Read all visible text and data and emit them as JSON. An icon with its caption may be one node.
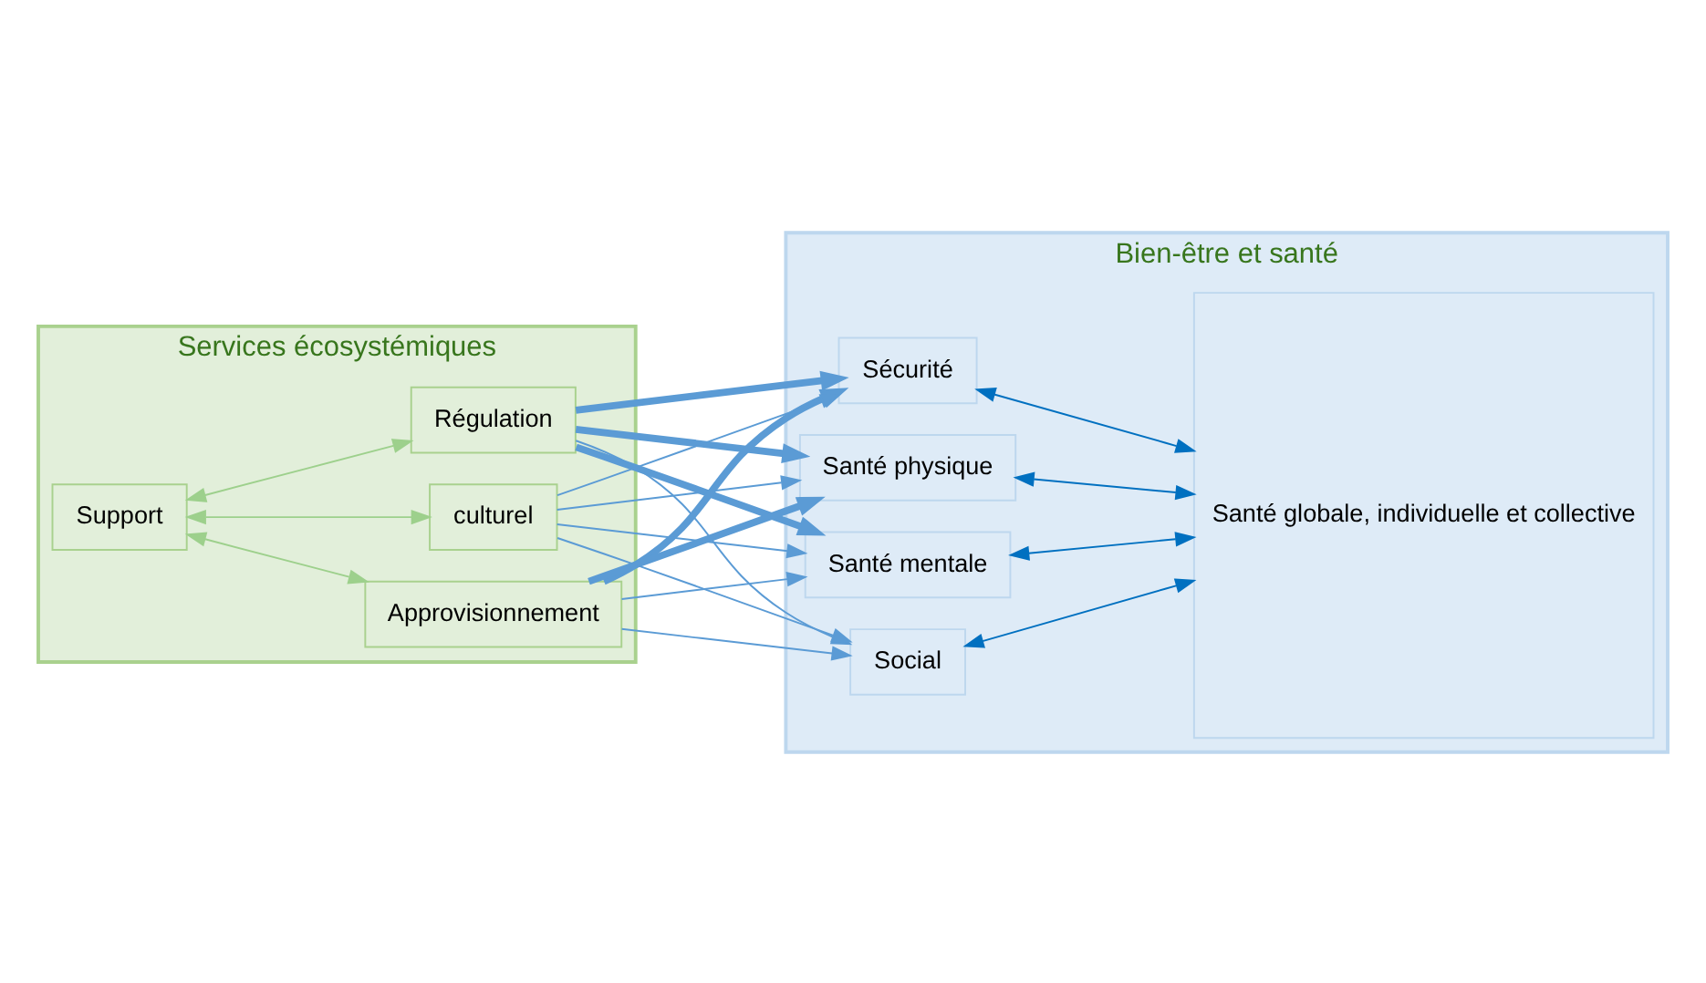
{
  "diagram": {
    "nodes": [
      {
        "text": [
          "Services écosystémiques"
        ]
      },
      {
        "text": [
          "Support"
        ],
        "in": 0
      },
      {
        "text": [
          "Régulation"
        ],
        "in": 0
      },
      {
        "text": [
          "Approvisionnement"
        ],
        "in": 0
      },
      {
        "text": [
          "culturel"
        ],
        "in": 0
      },
      {
        "text": [
          "Bien-être et santé"
        ]
      },
      {
        "text": [
          "Sécurité"
        ],
        "in": 5
      },
      {
        "text": [
          "Santé physique"
        ],
        "in": 5
      },
      {
        "text": [
          "Santé mentale"
        ],
        "in": 5
      },
      {
        "text": [
          "Social"
        ],
        "in": 5
      },
      {
        "text": [
          "Santé globale, individuelle et collective"
        ],
        "in": 5
      }
    ],
    "edges": [
      {
        "from": 1,
        "to": 2,
        "arrow": "both",
        "color": "#9dd08c"
      },
      {
        "from": 1,
        "to": 3,
        "arrow": "both",
        "color": "#9dd08c"
      },
      {
        "from": 1,
        "to": 4,
        "arrow": "both",
        "color": "#9dd08c"
      },
      {
        "from": 2,
        "to": 6,
        "arrow": "to",
        "style": "thick"
      },
      {
        "from": 2,
        "to": 7,
        "arrow": "to",
        "style": "thick"
      },
      {
        "from": 2,
        "to": 8,
        "arrow": "to",
        "style": "thick"
      },
      {
        "from": 2,
        "to": 9,
        "arrow": "to"
      },
      {
        "from": 3,
        "to": 6,
        "arrow": "to",
        "style": "thick"
      },
      {
        "from": 3,
        "to": 7,
        "arrow": "to",
        "style": "thick"
      },
      {
        "from": 3,
        "to": 8,
        "arrow": "to"
      },
      {
        "from": 3,
        "to": 9,
        "arrow": "to"
      },
      {
        "from": 4,
        "to": 6,
        "arrow": "to"
      },
      {
        "from": 4,
        "to": 7,
        "arrow": "to"
      },
      {
        "from": 4,
        "to": 8,
        "arrow": "to"
      },
      {
        "from": 4,
        "to": 9,
        "arrow": "to"
      },
      {
        "from": 6,
        "to": 10,
        "arrow": "both",
        "color": "#0070c0"
      },
      {
        "from": 7,
        "to": 10,
        "arrow": "both",
        "color": "#0070c0"
      },
      {
        "from": 8,
        "to": 10,
        "arrow": "both",
        "color": "#0070c0"
      },
      {
        "from": 9,
        "to": 10,
        "arrow": "both",
        "color": "#0070c0"
      }
    ]
  }
}
